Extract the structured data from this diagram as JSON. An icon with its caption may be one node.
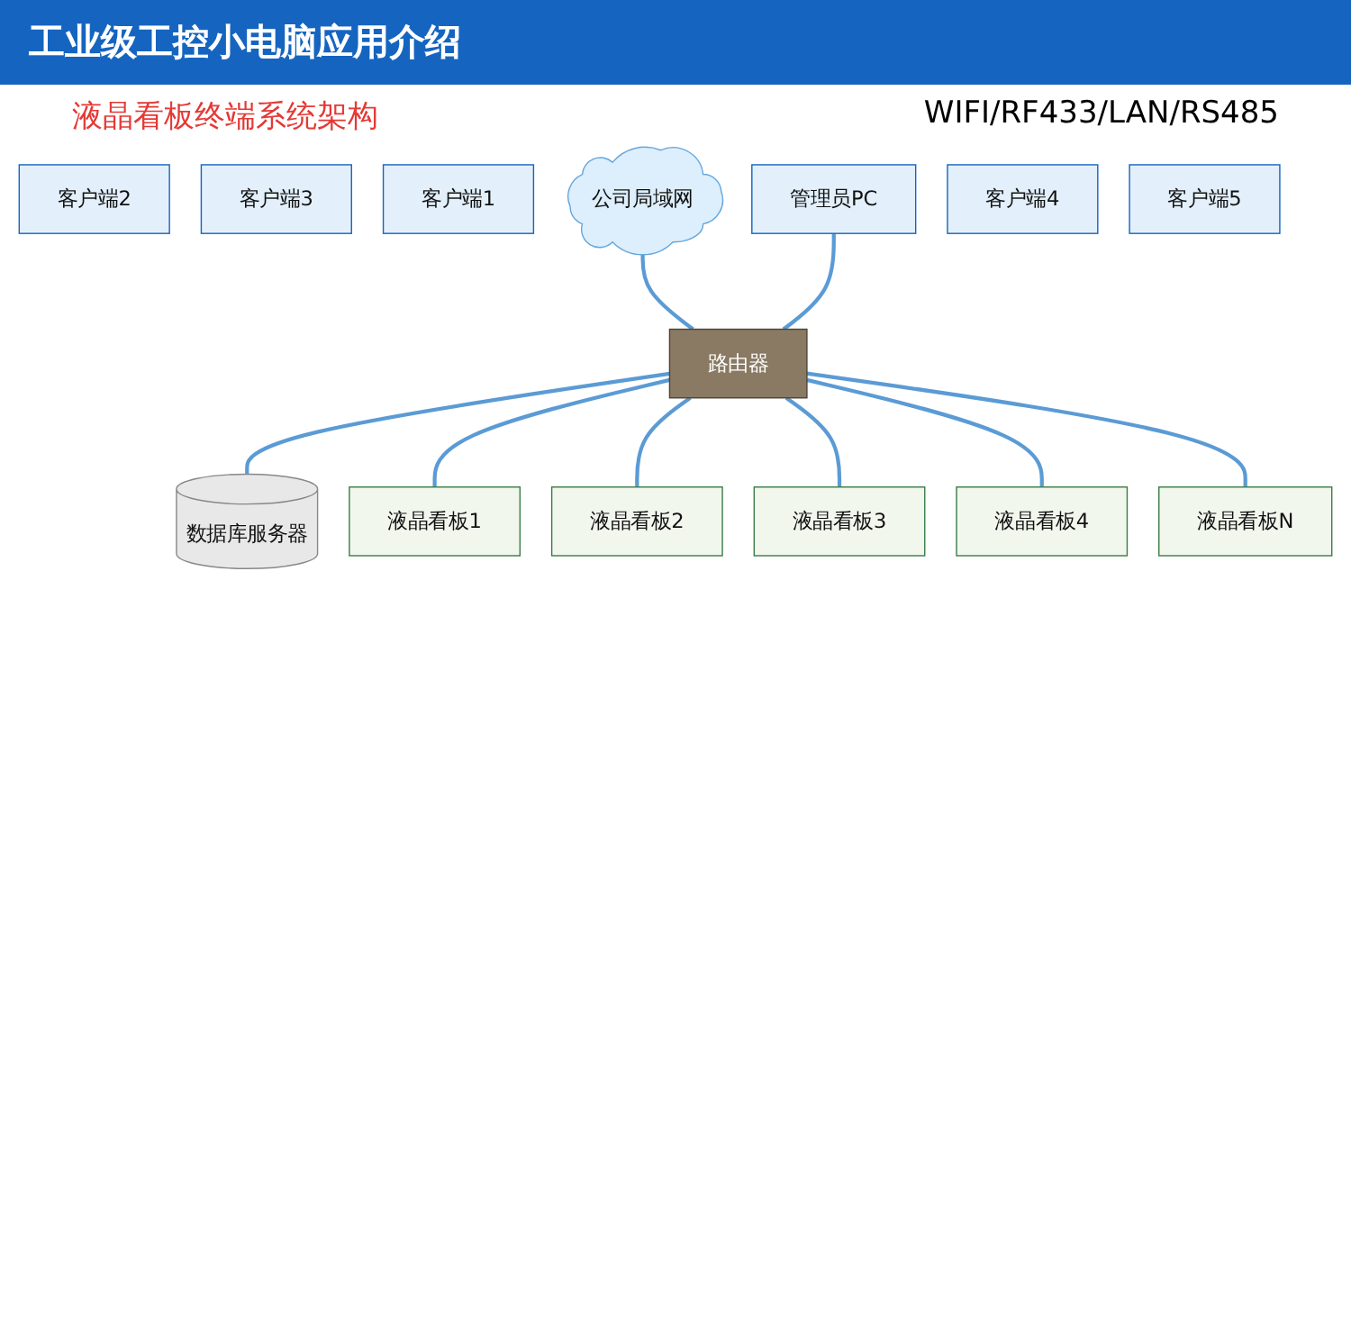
{
  "diagram": {
    "title": "工业级工控小电脑应用介绍",
    "nodes": [
      {
        "text": [
          "客户端2"
        ]
      },
      {
        "text": [
          "客户端3"
        ]
      },
      {
        "text": [
          "客户端1"
        ]
      },
      {
        "text": [
          "公司局域网"
        ]
      },
      {
        "text": [
          "管理员PC"
        ]
      },
      {
        "text": [
          "客户端4"
        ]
      },
      {
        "text": [
          "客户端5"
        ]
      },
      {
        "text": [
          "路由器"
        ]
      },
      {
        "text": [
          "数据库服务器"
        ]
      },
      {
        "text": [
          "液晶看板1"
        ]
      },
      {
        "text": [
          "液晶看板2"
        ]
      },
      {
        "text": [
          "液晶看板3"
        ]
      },
      {
        "text": [
          "液晶看板4"
        ]
      },
      {
        "text": [
          "液晶看板N"
        ]
      }
    ],
    "edges": [
      {
        "from": 3,
        "to": 7,
        "arrow": "none"
      },
      {
        "from": 4,
        "to": 7,
        "arrow": "none"
      },
      {
        "from": 7,
        "to": 8,
        "arrow": "none"
      },
      {
        "from": 7,
        "to": 9,
        "arrow": "none"
      },
      {
        "from": 7,
        "to": 10,
        "arrow": "none"
      },
      {
        "from": 7,
        "to": 11,
        "arrow": "none"
      },
      {
        "from": 7,
        "to": 12,
        "arrow": "none"
      },
      {
        "from": 7,
        "to": 13,
        "arrow": "none"
      }
    ],
    "labels": [
      "液晶看板终端系统架构",
      "WIFI/RF433/LAN/RS485"
    ]
  }
}
